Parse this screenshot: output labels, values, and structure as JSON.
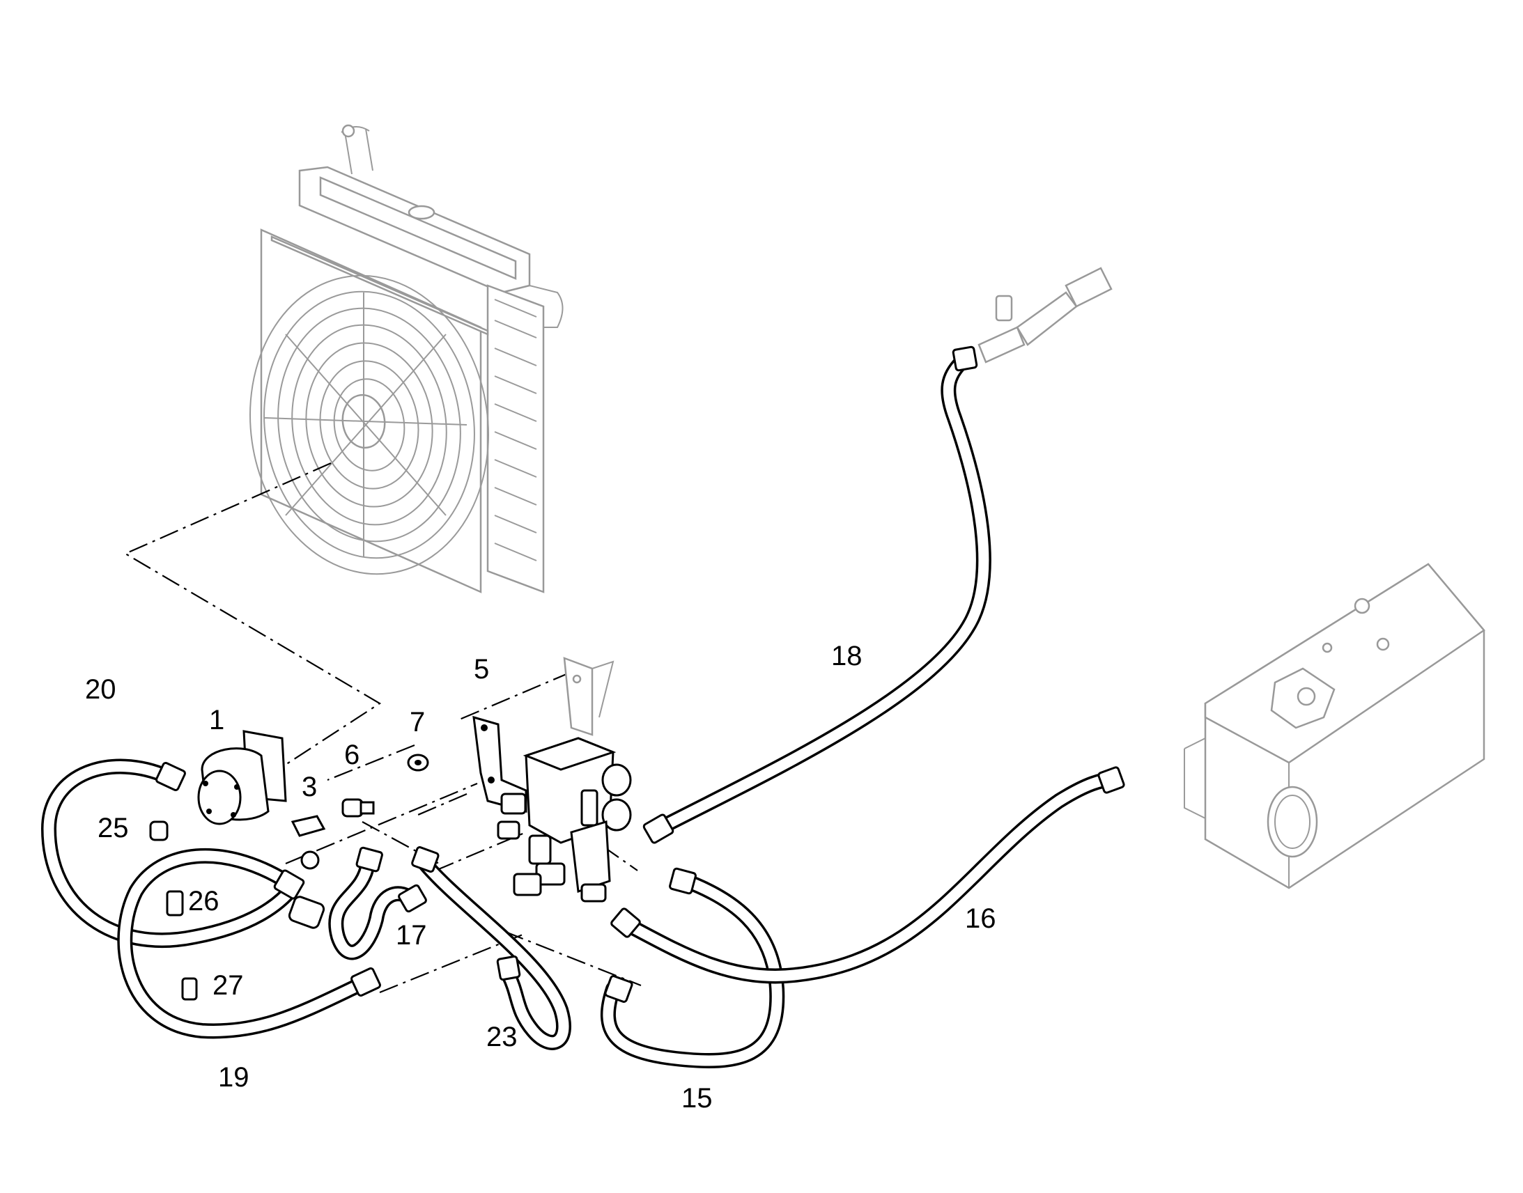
{
  "diagram": {
    "callouts": [
      {
        "key": "p1",
        "label": "1"
      },
      {
        "key": "p3",
        "label": "3"
      },
      {
        "key": "p5",
        "label": "5"
      },
      {
        "key": "p6",
        "label": "6"
      },
      {
        "key": "p7",
        "label": "7"
      },
      {
        "key": "p15",
        "label": "15"
      },
      {
        "key": "p16",
        "label": "16"
      },
      {
        "key": "p17",
        "label": "17"
      },
      {
        "key": "p18",
        "label": "18"
      },
      {
        "key": "p19",
        "label": "19"
      },
      {
        "key": "p20",
        "label": "20"
      },
      {
        "key": "p23",
        "label": "23"
      },
      {
        "key": "p25",
        "label": "25"
      },
      {
        "key": "p26",
        "label": "26"
      },
      {
        "key": "p27",
        "label": "27"
      }
    ],
    "colors": {
      "ink": "#000000",
      "background_part": "#9a9a9a",
      "paper": "#ffffff"
    }
  }
}
